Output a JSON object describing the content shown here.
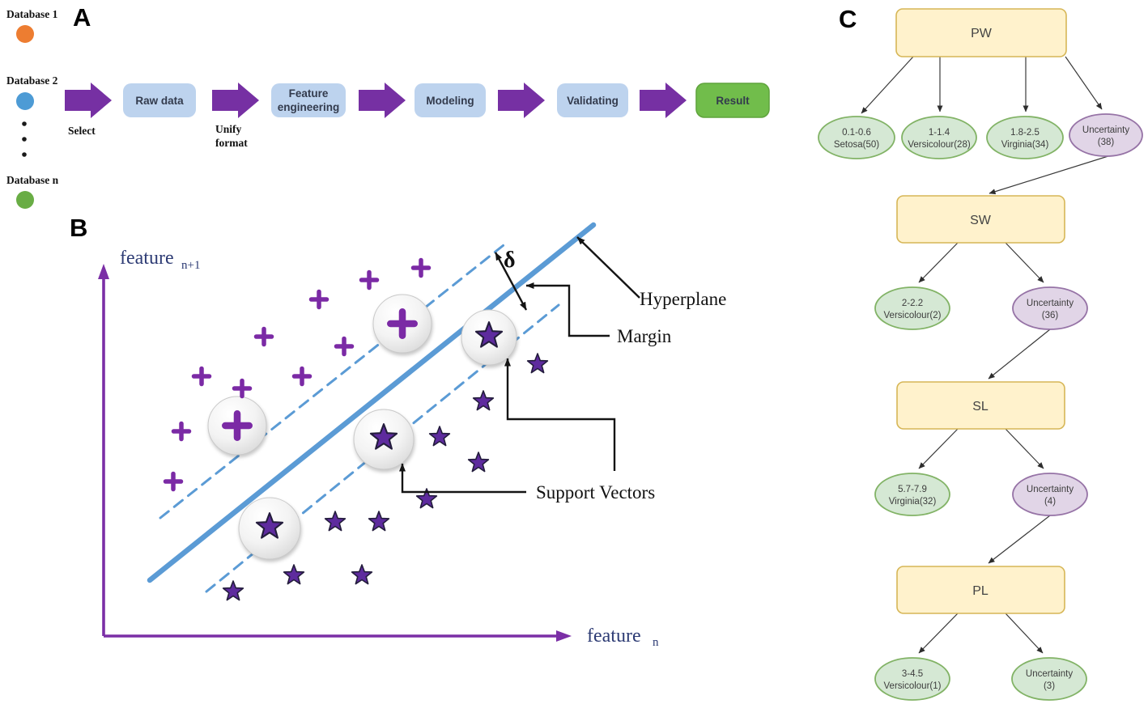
{
  "figure": {
    "panel_a_label": "A",
    "panel_b_label": "B",
    "panel_c_label": "C"
  },
  "panel_a": {
    "databases": [
      {
        "label": "Database 1",
        "color": "#ED7D31"
      },
      {
        "label": "Database 2",
        "color": "#4D9BD5"
      },
      {
        "label": "Database n",
        "color": "#69AD45"
      }
    ],
    "select_label": "Select",
    "unify_label_line1": "Unify",
    "unify_label_line2": "format",
    "flow": [
      {
        "lines": [
          "Raw data"
        ]
      },
      {
        "lines": [
          "Feature",
          "engineering"
        ]
      },
      {
        "lines": [
          "Modeling"
        ]
      },
      {
        "lines": [
          "Validating"
        ]
      },
      {
        "lines": [
          "Result"
        ]
      }
    ],
    "colors": {
      "arrow": "#7630A3",
      "step_box": "#BDD3EE",
      "result_box": "#71BD4B"
    }
  },
  "panel_b": {
    "y_axis_word": "feature",
    "y_axis_sub": "n+1",
    "x_axis_word": "feature",
    "x_axis_sub": "n",
    "delta_label": "δ",
    "hyperplane_label": "Hyperplane",
    "margin_label": "Margin",
    "support_vectors_label": "Support Vectors",
    "colors": {
      "axis": "#7B2FA6",
      "hyperplane": "#5B9BD5",
      "plus": "#7B2AA5",
      "star": "#5E2B9E"
    }
  },
  "panel_c": {
    "levels": [
      {
        "box": "PW",
        "children": [
          {
            "line1": "0.1-0.6",
            "line2": "Setosa(50)",
            "type": "green"
          },
          {
            "line1": "1-1.4",
            "line2": "Versicolour(28)",
            "type": "green"
          },
          {
            "line1": "1.8-2.5",
            "line2": "Virginia(34)",
            "type": "green"
          },
          {
            "line1": "Uncertainty",
            "line2": "(38)",
            "type": "purple"
          }
        ]
      },
      {
        "box": "SW",
        "children": [
          {
            "line1": "2-2.2",
            "line2": "Versicolour(2)",
            "type": "green"
          },
          {
            "line1": "Uncertainty",
            "line2": "(36)",
            "type": "purple"
          }
        ]
      },
      {
        "box": "SL",
        "children": [
          {
            "line1": "5.7-7.9",
            "line2": "Virginia(32)",
            "type": "green"
          },
          {
            "line1": "Uncertainty",
            "line2": "(4)",
            "type": "purple"
          }
        ]
      },
      {
        "box": "PL",
        "children": [
          {
            "line1": "3-4.5",
            "line2": "Versicolour(1)",
            "type": "green"
          },
          {
            "line1": "Uncertainty",
            "line2": "(3)",
            "type": "green"
          }
        ]
      }
    ],
    "colors": {
      "box_fill": "#FFF2CC",
      "box_border": "#D6B656",
      "green_fill": "#D5E8D4",
      "green_border": "#82B366",
      "purple_fill": "#E1D5E7",
      "purple_border": "#9673A6"
    }
  }
}
